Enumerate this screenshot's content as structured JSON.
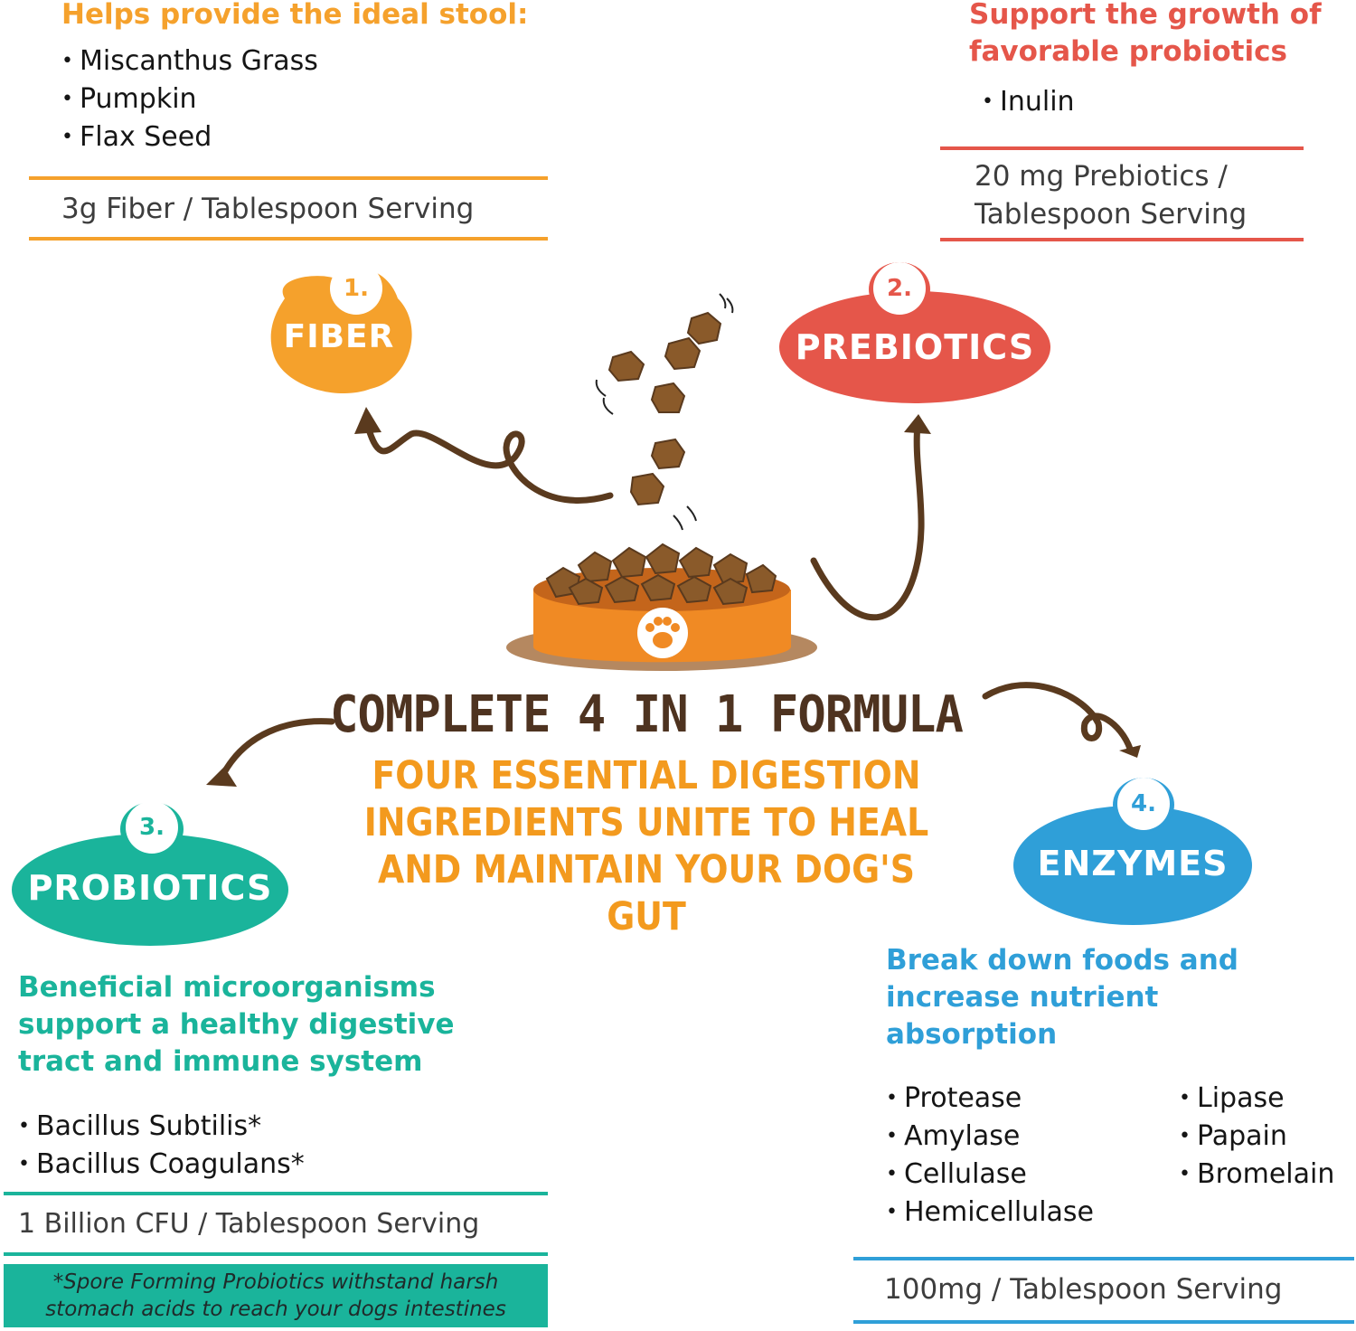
{
  "fiber": {
    "heading": "Helps provide the ideal stool:",
    "items": [
      "Miscanthus Grass",
      "Pumpkin",
      "Flax Seed"
    ],
    "serving": "3g Fiber / Tablespoon Serving",
    "number": "1.",
    "label": "FIBER",
    "color": "#f5a12c"
  },
  "prebiotics": {
    "heading_line1": "Support the growth of",
    "heading_line2": "favorable probiotics",
    "items": [
      "Inulin"
    ],
    "serving_line1": "20 mg Prebiotics /",
    "serving_line2": "Tablespoon Serving",
    "number": "2.",
    "label": "PREBIOTICS",
    "color": "#e5564a"
  },
  "probiotics": {
    "heading_line1": "Beneficial microorganisms",
    "heading_line2": "support a healthy digestive",
    "heading_line3": "tract and immune system",
    "items": [
      "Bacillus Subtilis*",
      "Bacillus Coagulans*"
    ],
    "serving": "1 Billion CFU / Tablespoon Serving",
    "note_line1": "*Spore Forming Probiotics withstand harsh",
    "note_line2": "stomach acids to reach your dogs intestines",
    "number": "3.",
    "label": "PROBIOTICS",
    "color": "#1ab49b"
  },
  "enzymes": {
    "heading_line1": "Break down foods and",
    "heading_line2": "increase nutrient",
    "heading_line3": "absorption",
    "items_left": [
      "Protease",
      "Amylase",
      "Cellulase",
      "Hemicellulase"
    ],
    "items_right": [
      "Lipase",
      "Papain",
      "Bromelain"
    ],
    "serving": "100mg / Tablespoon Serving",
    "number": "4.",
    "label": "ENZYMES",
    "color": "#2f9fd8"
  },
  "center": {
    "title": "COMPLETE 4 IN 1 FORMULA",
    "sub_line1": "FOUR ESSENTIAL DIGESTION",
    "sub_line2": "INGREDIENTS UNITE TO HEAL",
    "sub_line3": "AND MAINTAIN YOUR DOG'S GUT"
  },
  "colors": {
    "brown": "#5a3a1e",
    "bowl": "#f08a24",
    "kibble": "#8a5a2a"
  },
  "icons": [
    "paw-icon",
    "dog-bowl",
    "kibble",
    "arrow"
  ]
}
